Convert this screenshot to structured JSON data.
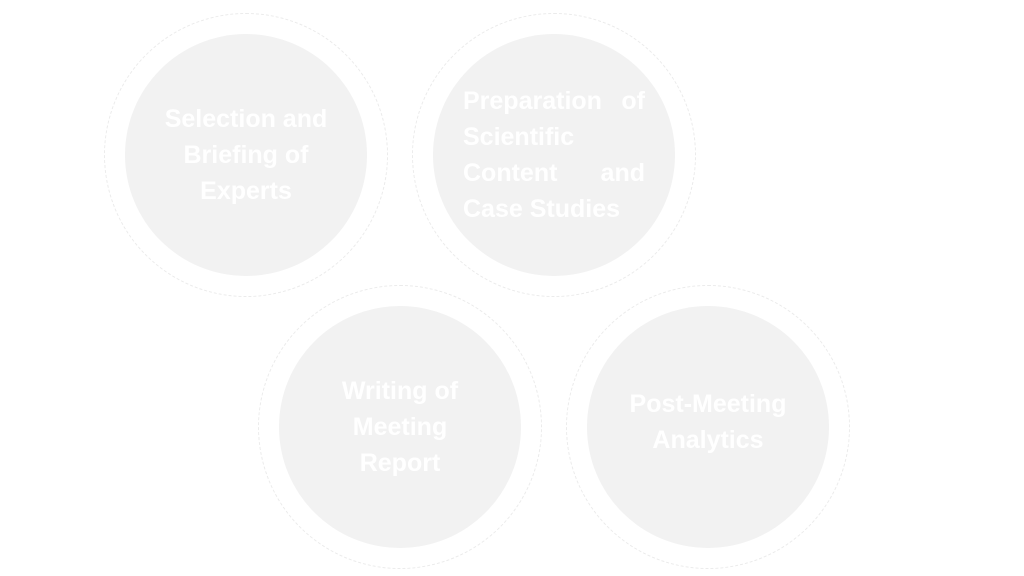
{
  "steps": [
    {
      "label": "Selection and Briefing of Experts"
    },
    {
      "label": "Preparation of Scientific Content and Case Studies"
    },
    {
      "label": "Writing of Meeting Report"
    },
    {
      "label": "Post-Meeting Analytics"
    }
  ],
  "colors": {
    "circle_fill": "#f2f2f2",
    "ring": "#ebebeb",
    "text": "#ffffff"
  }
}
